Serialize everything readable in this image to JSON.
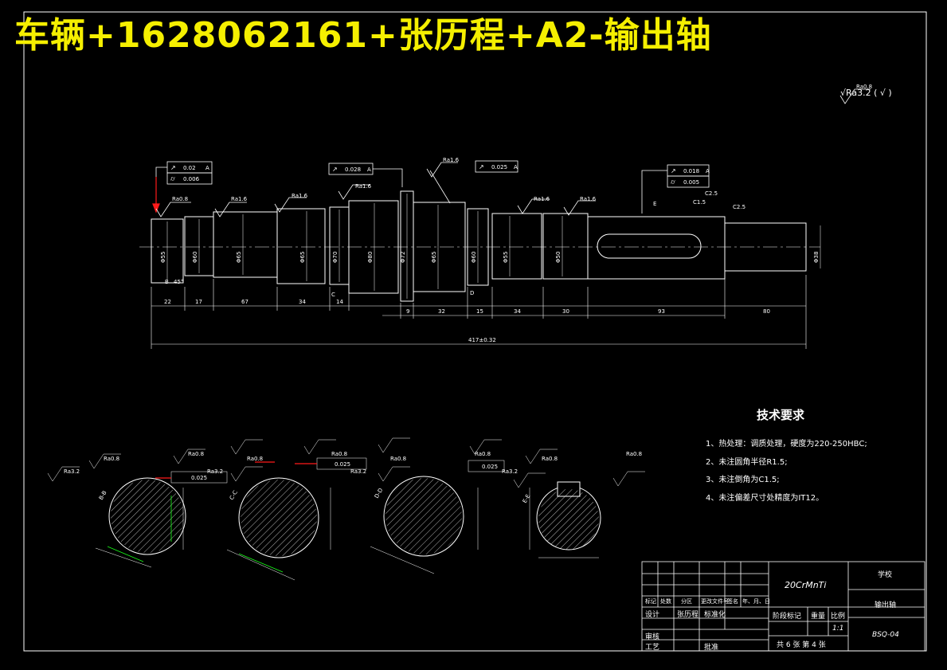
{
  "banner": "车辆+1628062161+张历程+A2-输出轴",
  "surface_finish_note": "√Ra3.2 ( √ )",
  "tech_requirements": {
    "title": "技术要求",
    "items": [
      "1、热处理：调质处理，硬度为220-250HBC;",
      "2、未注圆角半径R1.5;",
      "3、未注倒角为C1.5;",
      "4、未注偏差尺寸处精度为IT12。"
    ]
  },
  "shaft": {
    "diameters": [
      "Φ55",
      "Φ60",
      "Φ65",
      "Φ65",
      "Φ70",
      "Φ80",
      "Φ72",
      "Φ65",
      "Φ60",
      "Φ55",
      "Φ50",
      "Φ38"
    ],
    "segment_lengths": [
      "22",
      "17",
      "67",
      "34",
      "14",
      "9",
      "32",
      "15",
      "34",
      "30",
      "93",
      "80"
    ],
    "overall_length": "417±0.32",
    "roughness": [
      "Ra0.8",
      "Ra1.6",
      "Ra1.6",
      "Ra1.6",
      "Ra1.6",
      "Ra1.6",
      "Ra1.6",
      "Ra0.8"
    ],
    "tolerance_frames": [
      {
        "symbol": "↗",
        "value": "0.02",
        "datum": "A"
      },
      {
        "symbol": "⌭",
        "value": "0.006",
        "datum": ""
      },
      {
        "symbol": "↗",
        "value": "0.028",
        "datum": "A"
      },
      {
        "symbol": "↗",
        "value": "0.025",
        "datum": "A"
      },
      {
        "symbol": "↗",
        "value": "0.018",
        "datum": "A"
      },
      {
        "symbol": "⌭",
        "value": "0.005",
        "datum": ""
      }
    ],
    "chamfers": [
      "C2.5",
      "C1.5",
      "C2.5"
    ],
    "angle": "45°",
    "section_marks": [
      "B",
      "C",
      "D",
      "E"
    ]
  },
  "sections": [
    {
      "label": "B-B",
      "roughness": [
        "Ra3.2",
        "Ra0.8",
        "Ra0.8"
      ],
      "tol": "0.025"
    },
    {
      "label": "C-C",
      "roughness": [
        "Ra3.2",
        "Ra0.8",
        "Ra0.8"
      ],
      "tol": "0.025"
    },
    {
      "label": "D-D",
      "roughness": [
        "Ra3.2",
        "Ra0.8",
        "Ra0.8"
      ],
      "tol": "0.025"
    },
    {
      "label": "E-E",
      "roughness": [
        "Ra3.2",
        "Ra0.8",
        "Ra0.8"
      ],
      "tol": ""
    }
  ],
  "title_block": {
    "material": "20CrMnTi",
    "school": "学校",
    "part_name": "输出轴",
    "drawing_no": "BSQ-04",
    "designer_label": "设计",
    "designer": "张历程",
    "standardize_label": "标准化",
    "review_label": "审核",
    "process_label": "工艺",
    "approve_label": "批准",
    "stage_label": "阶段标记",
    "weight_label": "重量",
    "scale_label": "比例",
    "scale": "1:1",
    "sheets": "共 6 张   第 4 张",
    "row_labels": [
      "标记",
      "处数",
      "分区",
      "更改文件号",
      "签名",
      "年、月、日"
    ]
  },
  "colors": {
    "banner": "#f5ef00",
    "leader": "#ff1a1a",
    "dim_green": "#19ff19",
    "line": "#ffffff"
  }
}
